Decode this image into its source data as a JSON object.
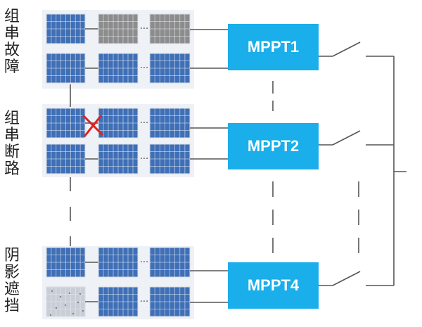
{
  "groups": [
    {
      "label_chars": [
        "组",
        "串",
        "故",
        "障"
      ],
      "mppt": "MPPT1",
      "fault": "gray_panels"
    },
    {
      "label_chars": [
        "组",
        "串",
        "断",
        "路"
      ],
      "mppt": "MPPT2",
      "fault": "open_circuit"
    },
    {
      "label_chars": [
        "阴",
        "影",
        "遮",
        "挡"
      ],
      "mppt": "MPPT4",
      "fault": "shaded_panel"
    }
  ],
  "ellipsis": "···",
  "colors": {
    "panel_blue": "#3f6fb6",
    "panel_gray": "#8c8c8c",
    "panel_shaded": "#c9ced6",
    "mppt_blue": "#1aaeea",
    "wire": "#555555",
    "group_bg": "#eef1f5",
    "fault_mark": "#e02020"
  },
  "icons": [
    "solar-panel-icon",
    "fault-cross-icon",
    "switch-icon"
  ]
}
